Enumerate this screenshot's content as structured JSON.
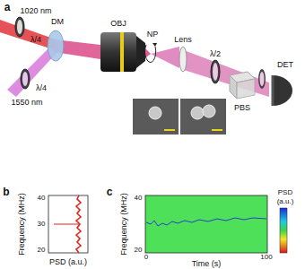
{
  "diagram": {
    "labels": [
      "a",
      "1020 nm",
      "DM",
      "λ/4",
      "λ/4",
      "1550 nm",
      "OBJ",
      "NP",
      "Lens",
      "λ/2",
      "PBS",
      "DET",
      "b",
      "Frequency (MHz)",
      "40",
      "30",
      "20",
      "PSD (a.u.)",
      "c",
      "Frequency (MHz)",
      "40",
      "20",
      "Time (s)",
      "0",
      "100",
      "PSD",
      "(a.u.)"
    ]
  }
}
